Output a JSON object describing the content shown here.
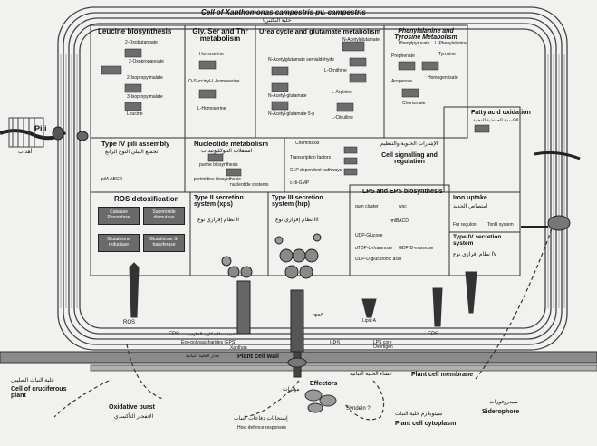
{
  "cell": {
    "title_en": "Cell of Xanthomonas campestris pv. campestris",
    "title_ar": "خلية البكتيريا"
  },
  "panels": {
    "leucine": {
      "title": "Leucine biosynthesis",
      "items": [
        "2-Oxobutanoate",
        "2-Oxopropanoate",
        "2-Isopropylmalate",
        "3-Isopropylmalate",
        "Leucine"
      ]
    },
    "gly": {
      "title": "Gly, Ser and Thr metabolism",
      "items": [
        "Homoserine",
        "O-Succinyl-L-homoserine",
        "L-Homoserine"
      ]
    },
    "urea": {
      "title": "Urea cycle and glutamate metabolism",
      "items": [
        "N-Acetylglutamate",
        "N-Acetylglutamate semialdehyde",
        "L-Ornithine",
        "N-Acetyl-glutamate",
        "N-Acetyl-glutamate 5-p",
        "L-Arginine",
        "L-Citrulline"
      ]
    },
    "phe": {
      "title": "Phenylalanine and Tyrosine Metabolism",
      "items": [
        "Phenylpyruvate",
        "Tyrosine",
        "L-Phenylalanine",
        "Prephenate",
        "Arogenate",
        "Homogentisate",
        "Chorismate"
      ]
    },
    "fatty": {
      "title": "Fatty acid oxidation",
      "subtitle": "الأكسدة الحمضية الدهنية"
    },
    "typeIV": {
      "title": "Type IV pili assembly",
      "subtitle": "تجميع البيلي النوع الرابع",
      "seq": "pilA ABCD"
    },
    "nuc": {
      "title": "Nucleotide metabolism",
      "subtitle": "استقلاب النيوكليوتيدات",
      "items": [
        "purine biosynthesis",
        "pyrimidine biosynthesis",
        "nucleotide systems"
      ]
    },
    "signal": {
      "title": "Cell signalling and regulation",
      "subtitle": "الإشارات الخلوية والتنظيم",
      "items": [
        "Chemotaxis",
        "Transcription factors",
        "CLP dependent pathways",
        "c-di-GMP"
      ]
    },
    "ros": {
      "title": "ROS detoxification",
      "boxes": [
        "Catalase Peroxidase",
        "Superoxide dismutase",
        "Glutathione reductase",
        "Glutathione S-transferase"
      ]
    },
    "t2ss": {
      "title": "Type II secretion system (xps)",
      "subtitle": "نظام إفرازي نوع II"
    },
    "t3ss": {
      "title": "Type III secretion system (hrp)",
      "subtitle": "نظام إفرازي نوع III"
    },
    "lps": {
      "title": "LPS and EPS biosynthesis",
      "items": [
        "gum cluster",
        "wxc",
        "rmlBACD",
        "UDP-Glucose",
        "dTDP-L-rhamnose",
        "UDP-D-glucuronic acid",
        "GDP-D-mannose"
      ]
    },
    "iron": {
      "title": "Iron uptake",
      "subtitle": "امتصاص الحديد",
      "items": [
        "Fur regulon",
        "TonB system"
      ]
    },
    "t4ss": {
      "title": "Type IV secretion system",
      "subtitle": "نظام إفرازي نوع IV"
    }
  },
  "labels": {
    "pili": "Pili",
    "pili_ar": "أهداب",
    "ros": "ROS",
    "eps1": "EPS",
    "eps2": "EPS",
    "lps": "LPS",
    "lps_core": "LPS core Overtigen",
    "lipid_a": "Lipid A",
    "exo": "Exo-polysaccharides (EPS)",
    "exo_ar": "عديدات السكاريد الخارجية",
    "xanthan": "Xanthan",
    "effectors": "Effectors",
    "effectors_ar": "مؤثرات",
    "siderophore": "Siderophore",
    "siderophore_ar": "سيدروفورات",
    "plant_wall": "Plant cell wall",
    "plant_wall_ar": "جدار الخلية النباتية",
    "plant_membrane": "Plant cell membrane",
    "plant_membrane_ar": "غشاء الخلية النباتية",
    "crucifer": "Cell of cruciferous plant",
    "crucifer_ar": "خلية النبات الصليبي",
    "oxidative": "Oxidative burst",
    "oxidative_ar": "الإنفجار التأكسدي",
    "defense": "Host defence responses",
    "defense_ar": "إستجابات دفاعات النبات",
    "syndein": "Syndein ?",
    "cytoplasm": "Plant cell cytoplasm",
    "cytoplasm_ar": "سيتوبلازم خلية النبات",
    "hpa": "hpaA"
  }
}
